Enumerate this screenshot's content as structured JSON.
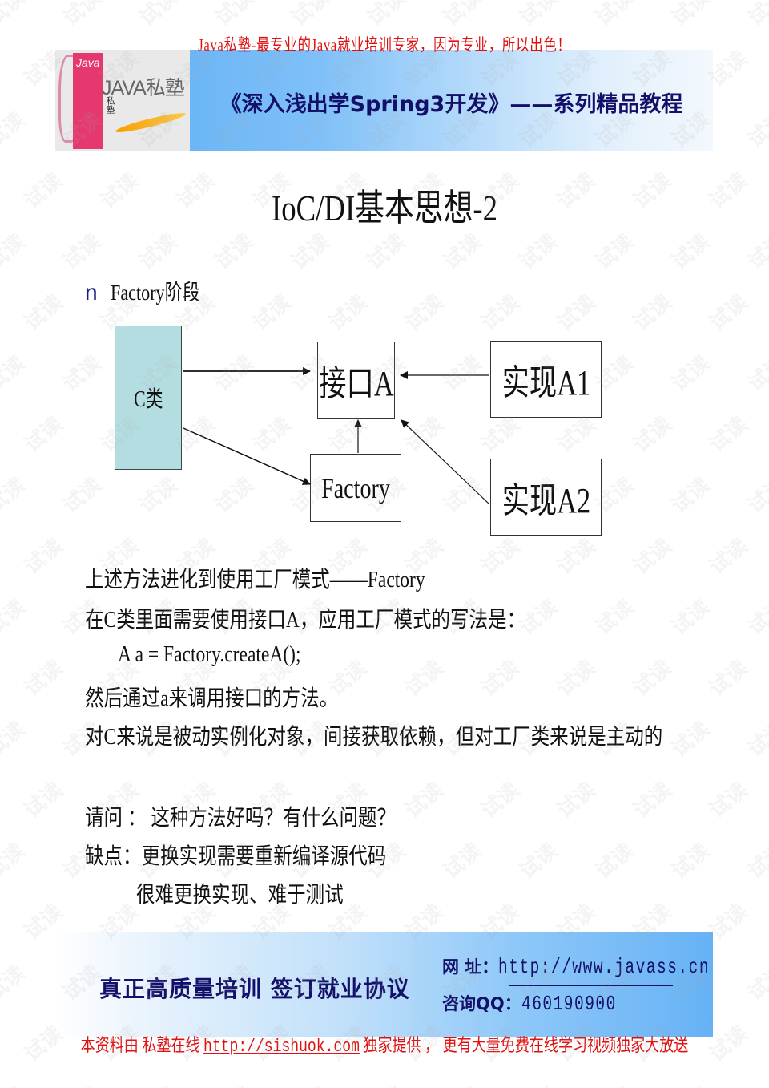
{
  "header": {
    "top_slogan": "Java私塾-最专业的Java就业培训专家，因为专业，所以出色！",
    "logo": {
      "badge_text": "Java",
      "brand_text": "JAVA私塾",
      "figure_text": "私塾"
    },
    "banner_title": "《深入浅出学Spring3开发》——系列精品教程"
  },
  "slide": {
    "title": "IoC/DI基本思想-2",
    "bullet": {
      "marker": "n",
      "text": "Factory阶段"
    }
  },
  "diagram": {
    "nodes": {
      "client": "C类",
      "interface": "接口A",
      "factory": "Factory",
      "impl1": "实现A1",
      "impl2": "实现A2"
    },
    "edges": [
      {
        "from": "C类",
        "to": "接口A"
      },
      {
        "from": "C类",
        "to": "Factory"
      },
      {
        "from": "Factory",
        "to": "接口A"
      },
      {
        "from": "实现A1",
        "to": "接口A"
      },
      {
        "from": "实现A2",
        "to": "接口A"
      }
    ],
    "colors": {
      "client_fill": "#b4dde2",
      "stroke": "#333333"
    }
  },
  "body": {
    "lines": [
      "上述方法进化到使用工厂模式——Factory",
      "在C类里面需要使用接口A，应用工厂模式的写法是：",
      "A  a = Factory.createA();",
      "然后通过a来调用接口的方法。",
      "对C来说是被动实例化对象，间接获取依赖，但对工厂类来说是主动的",
      "请问 ：  这种方法好吗？有什么问题？",
      "缺点：更换实现需要重新编译源代码",
      "很难更换实现、难于测试"
    ]
  },
  "footer": {
    "slogan": "真正高质量培训   签订就业协议",
    "website_label": "网  址：",
    "website_value": "http://www.javass.cn",
    "qq_label": "咨询QQ：",
    "qq_value": "460190900",
    "note_prefix": "本资料由 私塾在线 ",
    "note_link": "http://sishuok.com",
    "note_suffix": " 独家提供 ， 更有大量免费在线学习视频独家大放送"
  },
  "watermark": {
    "text": "试读"
  },
  "colors": {
    "accent_red": "#e01010",
    "title_navy": "#14106a",
    "banner_blue": "#6cb6f6"
  }
}
